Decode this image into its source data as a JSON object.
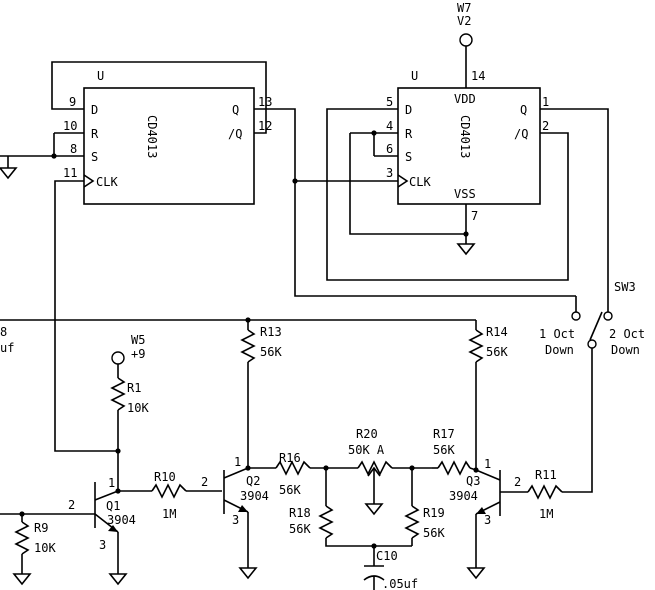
{
  "chip1": {
    "name": "CD4013",
    "top": "U",
    "pins": {
      "d": "9",
      "r": "10",
      "s": "8",
      "clk": "11",
      "q": "13",
      "qbar": "12"
    },
    "labels": {
      "d": "D",
      "r": "R",
      "s": "S",
      "clk": "CLK",
      "q": "Q",
      "qbar": "/Q"
    }
  },
  "chip2": {
    "name": "CD4013",
    "top": "U",
    "vdd_pin": "14",
    "vss_pin": "7",
    "pins": {
      "d": "5",
      "r": "4",
      "s": "6",
      "clk": "3",
      "q": "1",
      "qbar": "2"
    },
    "labels": {
      "d": "D",
      "r": "R",
      "s": "S",
      "clk": "CLK",
      "q": "Q",
      "qbar": "/Q",
      "vdd": "VDD",
      "vss": "VSS"
    }
  },
  "supply_v2": {
    "line1": "W7",
    "line2": "V2"
  },
  "supply_w5": {
    "line1": "W5",
    "line2": "+9"
  },
  "left_cut": {
    "line1": "8",
    "line2": "uf"
  },
  "switch": {
    "name": "SW3",
    "opt1_l1": "1 Oct",
    "opt1_l2": "Down",
    "opt2_l1": "2 Oct",
    "opt2_l2": "Down"
  },
  "resistors": {
    "r1": {
      "name": "R1",
      "value": "10K"
    },
    "r9": {
      "name": "R9",
      "value": "10K"
    },
    "r10": {
      "name": "R10",
      "value": "1M"
    },
    "r11": {
      "name": "R11",
      "value": "1M"
    },
    "r13": {
      "name": "R13",
      "value": "56K"
    },
    "r14": {
      "name": "R14",
      "value": "56K"
    },
    "r16": {
      "name": "R16",
      "value": "56K"
    },
    "r17": {
      "name": "R17",
      "value": "56K"
    },
    "r18": {
      "name": "R18",
      "value": "56K"
    },
    "r19": {
      "name": "R19",
      "value": "56K"
    },
    "r20": {
      "name": "R20",
      "value": "50K A"
    }
  },
  "transistors": {
    "q1": {
      "name": "Q1",
      "part": "3904",
      "pin_c": "1",
      "pin_b": "2",
      "pin_e": "3"
    },
    "q2": {
      "name": "Q2",
      "part": "3904",
      "pin_c": "1",
      "pin_b": "2",
      "pin_e": "3"
    },
    "q3": {
      "name": "Q3",
      "part": "3904",
      "pin_c": "1",
      "pin_b": "2",
      "pin_e": "3"
    }
  },
  "capacitor_c10": {
    "name": "C10",
    "value": ".05uf"
  }
}
